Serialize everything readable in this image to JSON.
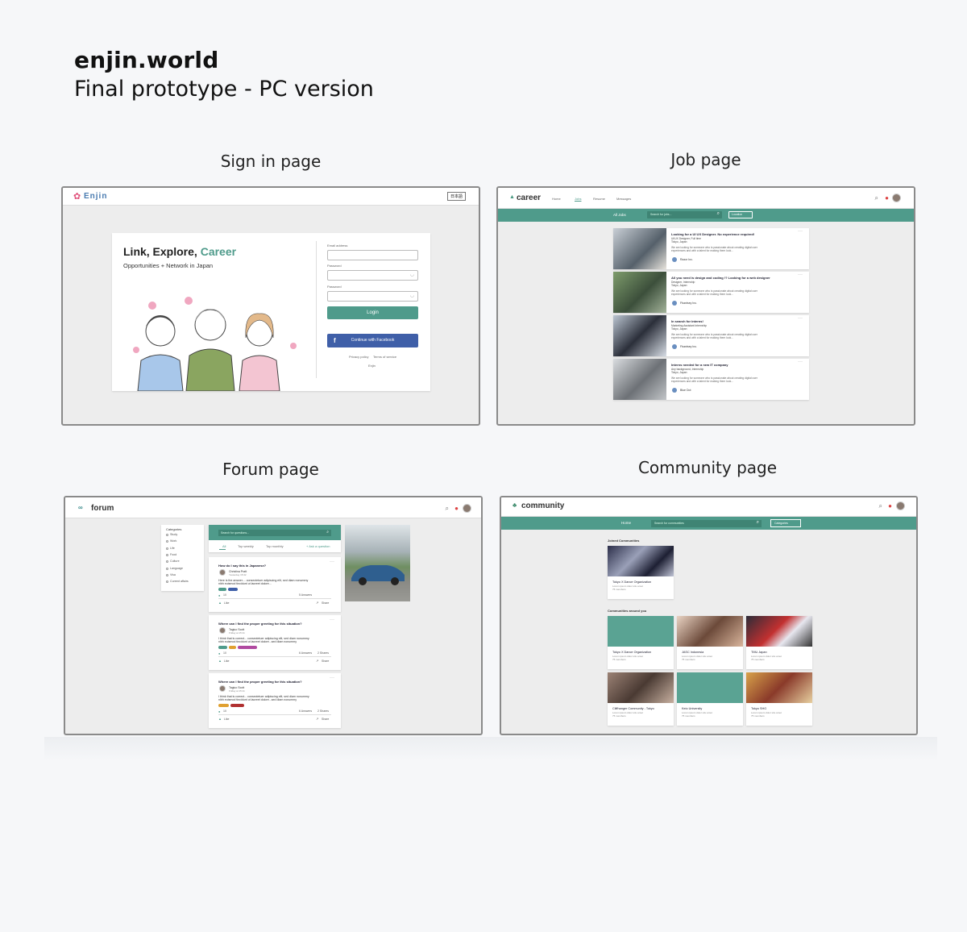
{
  "header": {
    "title": "enjin.world",
    "subtitle": "Final prototype - PC version"
  },
  "labels": {
    "signin": "Sign in page",
    "job": "Job page",
    "forum": "Forum page",
    "community": "Community page"
  },
  "colors": {
    "accent": "#4f9b8b",
    "facebook": "#3f5fa8",
    "career_green": "#4a9a82"
  },
  "signin": {
    "logo": "Enjin",
    "lang_button": "日本語",
    "headline_a": "Link, Explore, ",
    "headline_b": "Career",
    "tagline": "Opportunities + Network in Japan",
    "email_label": "Email address",
    "password_label": "Password",
    "password2_label": "Password",
    "login_button": "Login",
    "facebook_button": "Continue with Facebook",
    "privacy": "Privacy policy",
    "terms": "Terms of service",
    "footer": "Enjin"
  },
  "job": {
    "logo": "career",
    "nav": [
      "Home",
      "Jobs",
      "Resume",
      "Messages"
    ],
    "filter": "All Jobs",
    "search_placeholder": "Search for jobs...",
    "location": "Location",
    "cards": [
      {
        "title": "Looking for a UI UX Designer. No experience required!",
        "meta1": "UI/UX Designer, Full time",
        "meta2": "Tokyo, Japan",
        "desc1": "We are looking for someone who is passionate about creating digital user",
        "desc2": "experiences and with a talent for making them look...",
        "company": "Razor Inc."
      },
      {
        "title": "All you need is design and coding !? Looking for a web designer",
        "meta1": "Designer, Internship",
        "meta2": "Tokyo, Japan",
        "desc1": "We are looking for someone who is passionate about creating digital user",
        "desc2": "experiences and with a talent for making them look...",
        "company": "Fbantsey Inc."
      },
      {
        "title": "In search for interns!",
        "meta1": "Marketing Assistant Internship",
        "meta2": "Tokyo, Japan",
        "desc1": "We are looking for someone who is passionate about creating digital user",
        "desc2": "experiences and with a talent for making them look...",
        "company": "Fbantsey Inc."
      },
      {
        "title": "Interns needed for a new IT company",
        "meta1": "Any background, Internship",
        "meta2": "Tokyo, Japan",
        "desc1": "We are looking for someone who is passionate about creating digital user",
        "desc2": "experiences and with a talent for making them look...",
        "company": "Blue Dot"
      }
    ]
  },
  "forum": {
    "logo": "forum",
    "categories_title": "Categories",
    "categories": [
      "Study",
      "Work",
      "Life",
      "Food",
      "Culture",
      "Language",
      "Visa",
      "Current affairs"
    ],
    "search_placeholder": "Search for questions...",
    "tabs": [
      "All",
      "Top weekly",
      "Top monthly"
    ],
    "ask": "+ Ask a question",
    "posts": [
      {
        "title": "How do I say this in Japanese?",
        "author": "Christina Pratt",
        "when": "Yesterday 15:32",
        "body1": "Here is the answer.... consectetuer adipiscing elit, sed diam nonummy",
        "body2": "nibh euismod tincidunt ut laoreet dolore...",
        "answers": "10",
        "likes": "5 Answers",
        "like": "Like",
        "share": "Share"
      },
      {
        "title": "Where can I find the proper greeting for this situation?",
        "author": "Tagiuo Scott",
        "when": "Friday at 15:11",
        "body1": "I think that is correct... consectetuer adipiscing elit, sed diam nonummy",
        "body2": "nibh euismod tincidunt ut laoreet dolore...sed diam nonummy",
        "answers": "10",
        "likes": "6 Answers",
        "shares": "2 Shares",
        "like": "Like",
        "share": "Share"
      },
      {
        "title": "Where can I find the proper greeting for this situation?",
        "author": "Tagiuo Scott",
        "when": "Friday at 15:11",
        "body1": "I think that is correct... consectetuer adipiscing elit, sed diam nonummy",
        "body2": "nibh euismod tincidunt ut laoreet dolore...sed diam nonummy",
        "answers": "10",
        "likes": "6 Answers",
        "shares": "2 Shares",
        "like": "Like",
        "share": "Share"
      }
    ]
  },
  "community": {
    "logo": "community",
    "home": "Home",
    "search_placeholder": "Search for communities",
    "categories": "Categories",
    "joined_title": "Joined Communities",
    "around_title": "Communities around you",
    "joined": [
      {
        "name": "Tokyo X Dance Organization",
        "desc": "Lorem ipsum dolor situ amet",
        "members": "75 members"
      }
    ],
    "around": [
      {
        "name": "Tokyo X Dance Organization",
        "desc": "Lorem ipsum dolor situ amet",
        "members": "75 members"
      },
      {
        "name": "JASC Indonesia",
        "desc": "Lorem ipsum dolor situ amet",
        "members": "75 members"
      },
      {
        "name": "TMU Japan",
        "desc": "Lorem ipsum dolor situ amet",
        "members": "75 members"
      },
      {
        "name": "Cliffhanger Community - Tokyo",
        "desc": "Lorem ipsum dolor situ amet",
        "members": "75 members"
      },
      {
        "name": "Keio University",
        "desc": "Lorem ipsum dolor situ amet",
        "members": "75 members"
      },
      {
        "name": "Tokyo SHG",
        "desc": "Lorem ipsum dolor situ amet",
        "members": "75 members"
      }
    ]
  }
}
